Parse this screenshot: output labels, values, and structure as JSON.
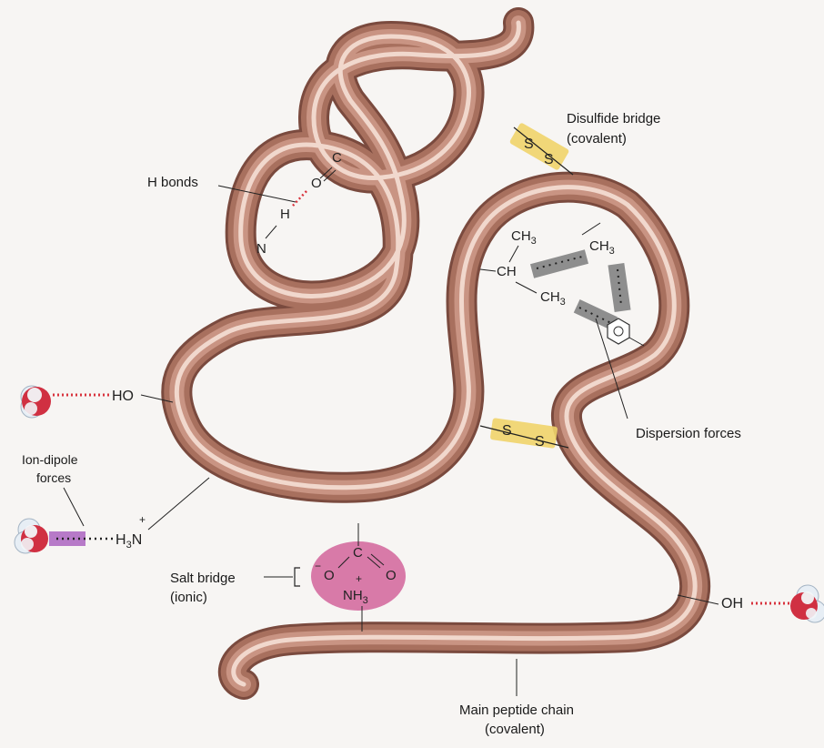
{
  "labels": {
    "disulfide_line1": "Disulfide bridge",
    "disulfide_line2": "(covalent)",
    "h_bonds": "H bonds",
    "dispersion": "Dispersion forces",
    "ion_dipole_line1": "Ion-dipole",
    "ion_dipole_line2": "forces",
    "salt_bridge_line1": "Salt bridge",
    "salt_bridge_line2": "(ionic)",
    "main_chain_line1": "Main peptide chain",
    "main_chain_line2": "(covalent)"
  },
  "chem": {
    "ch3": "CH",
    "ch3_sub": "3",
    "ch": "CH",
    "ho": "HO",
    "oh": "OH",
    "h3n": "H",
    "h3n_sub": "3",
    "h3n_n": "N",
    "plus": "+",
    "minus": "−",
    "nh3": "NH",
    "nh3_sub": "3",
    "s": "S",
    "c": "C",
    "o": "O",
    "n": "N",
    "h": "H"
  },
  "colors": {
    "chain": "#a06a5a",
    "chain_light": "#e8c4b6",
    "disulfide": "#f0d46a",
    "dispersion": "#9a9a9a",
    "salt": "#d87aa8",
    "ion_dipole": "#b77ac8",
    "hbond_dots": "#d8343e"
  }
}
